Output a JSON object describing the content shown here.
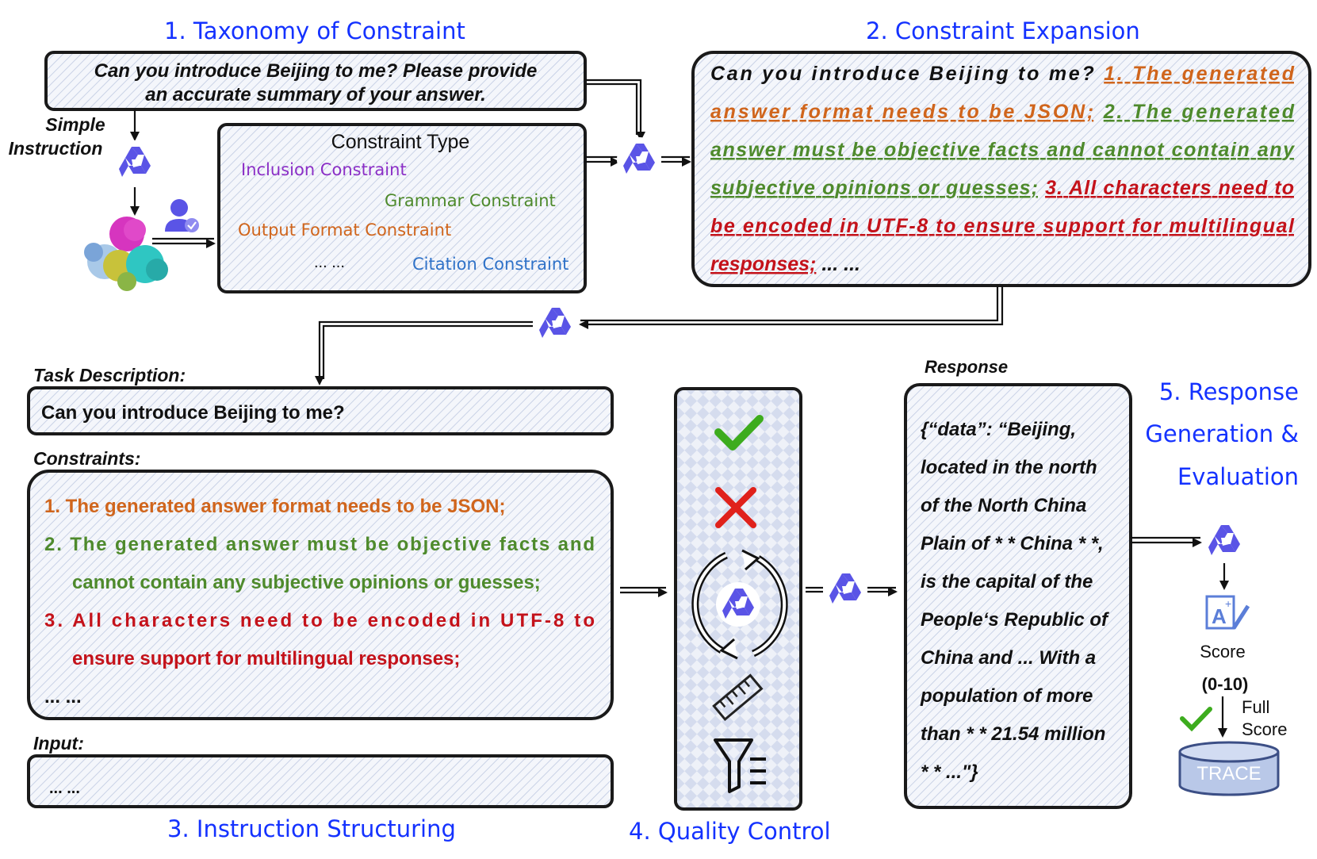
{
  "titles": {
    "taxonomy": "1. Taxonomy of Constraint",
    "expansion": "2. Constraint Expansion",
    "structuring": "3. Instruction Structuring",
    "quality": "4. Quality Control",
    "response_gen_line1": "5. Response",
    "response_gen_line2": "Generation &",
    "response_gen_line3": "Evaluation"
  },
  "simple_instruction": {
    "line1": "Can you introduce Beijing to me? Please provide",
    "line2": "an accurate summary of your answer.",
    "label_line1": "Simple",
    "label_line2": "Instruction"
  },
  "constraint_types": {
    "heading": "Constraint Type",
    "inclusion": "Inclusion Constraint",
    "grammar": "Grammar Constraint",
    "output_format": "Output Format Constraint",
    "ellipsis": "... ...",
    "citation": "Citation Constraint"
  },
  "expansion_text": {
    "line1_plain": "Can you introduce Beijing to me? ",
    "line1_orange": "1. The generated",
    "line2_orange": "answer format needs to be JSON;",
    "line2_green": "2. The generated",
    "line3_green": "answer must be objective facts and cannot contain any",
    "line4_green": "subjective opinions or guesses;",
    "line4_red": "3. All characters need to",
    "line5_red": "be encoded in UTF-8 to ensure support for multilingual",
    "line6_red": "responses;",
    "line6_plain": " ... ..."
  },
  "structuring": {
    "task_label": "Task Description:",
    "task_text": "Can you introduce Beijing to me?",
    "constraints_label": "Constraints:",
    "c1": "1.  The generated answer format needs to be JSON;",
    "c2_line1": "2.  The generated answer must be objective facts and",
    "c2_line2": "cannot contain any subjective opinions or guesses;",
    "c3_line1": "3.  All characters need to be encoded in UTF-8 to",
    "c3_line2": "ensure support for multilingual responses;",
    "c_ellipsis": "... ...",
    "input_label": "Input:",
    "input_text": "... ..."
  },
  "response": {
    "label": "Response",
    "lines": [
      "{“data”: “Beijing,",
      "located in the north",
      "of the North China",
      "Plain of * * China * *,",
      "is the capital of the",
      "People‘s Republic of",
      "China and ... With a",
      "population of more",
      "than * * 21.54 million",
      "* * ...\"}"
    ]
  },
  "evaluation": {
    "score_label": "Score",
    "score_range": "(0-10)",
    "full_line1": "Full",
    "full_line2": "Score",
    "dataset": "TRACE"
  },
  "icons": {
    "model": "qwen-logo-icon",
    "user": "user-verified-icon",
    "protein": "protein-cluster-icon",
    "check": "check-icon",
    "cross": "cross-icon",
    "cycle": "refresh-cycle-icon",
    "ruler": "ruler-icon",
    "filter": "filter-icon",
    "score": "score-edit-icon",
    "database": "database-icon"
  },
  "colors": {
    "title_blue": "#1432ff",
    "orange": "#d0651c",
    "green": "#4e8a2c",
    "red": "#c4121a",
    "purple": "#8b2fc6",
    "citation_blue": "#2f72c8",
    "model_icon": "#5a54e6"
  }
}
